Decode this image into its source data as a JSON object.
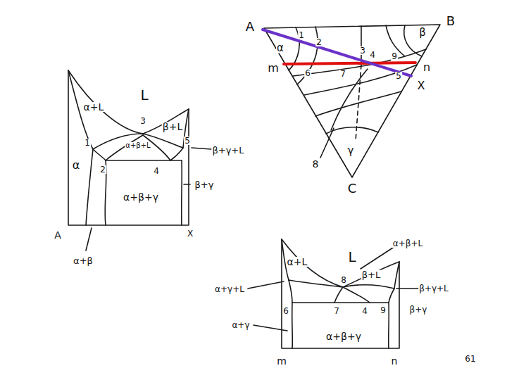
{
  "diagram": {
    "labels": [
      "A",
      "B",
      "C",
      "m",
      "n",
      "X",
      "α",
      "β",
      "γ",
      "1",
      "2",
      "3",
      "4",
      "9",
      "5",
      "6",
      "7",
      "8",
      "L",
      "α+L",
      "β+L",
      "3",
      "α+β+L",
      "1",
      "2",
      "4",
      "5",
      "β+γ+L",
      "α",
      "α+β+γ",
      "β+γ",
      "A",
      "X",
      "α+β",
      "L",
      "α+L",
      "α+β+L",
      "β+L",
      "β+γ+L",
      "α+γ+L",
      "6",
      "7",
      "8",
      "4",
      "9",
      "β+γ",
      "α+γ",
      "α+β+γ",
      "m",
      "n",
      "61"
    ]
  }
}
